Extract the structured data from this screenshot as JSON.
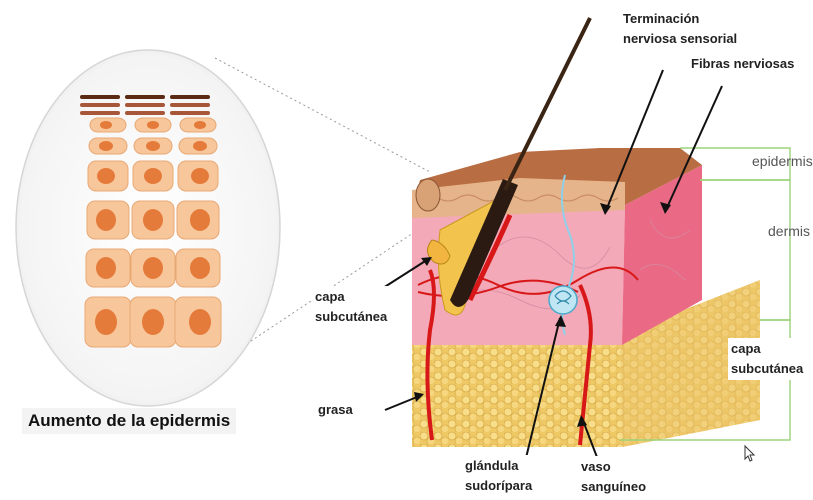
{
  "diagram": {
    "caption": "Aumento de la epidermis",
    "labels": {
      "terminacion_line1": "Terminación",
      "terminacion_line2": "nerviosa sensorial",
      "fibras": "Fibras nerviosas",
      "epidermis": "epidermis",
      "dermis": "dermis",
      "capa_left_line1": "capa",
      "capa_left_line2": "subcutánea",
      "capa_right_line1": "capa",
      "capa_right_line2": "subcutánea",
      "grasa": "grasa",
      "glandula_line1": "glándula",
      "glandula_line2": "sudorípara",
      "vaso_line1": "vaso",
      "vaso_line2": "sanguíneo"
    },
    "colors": {
      "epidermis_top": "#b5693f",
      "dermis": "#f2a3b3",
      "dermis_side": "#e8607e",
      "fat": "#f3d27a",
      "hair": "#1a1a1a",
      "vessel": "#e01b1b",
      "nerve": "#8fd0e8",
      "cell_fill": "#f7c69a",
      "nucleus": "#e57b3a",
      "bracket": "#9bd37a"
    }
  }
}
